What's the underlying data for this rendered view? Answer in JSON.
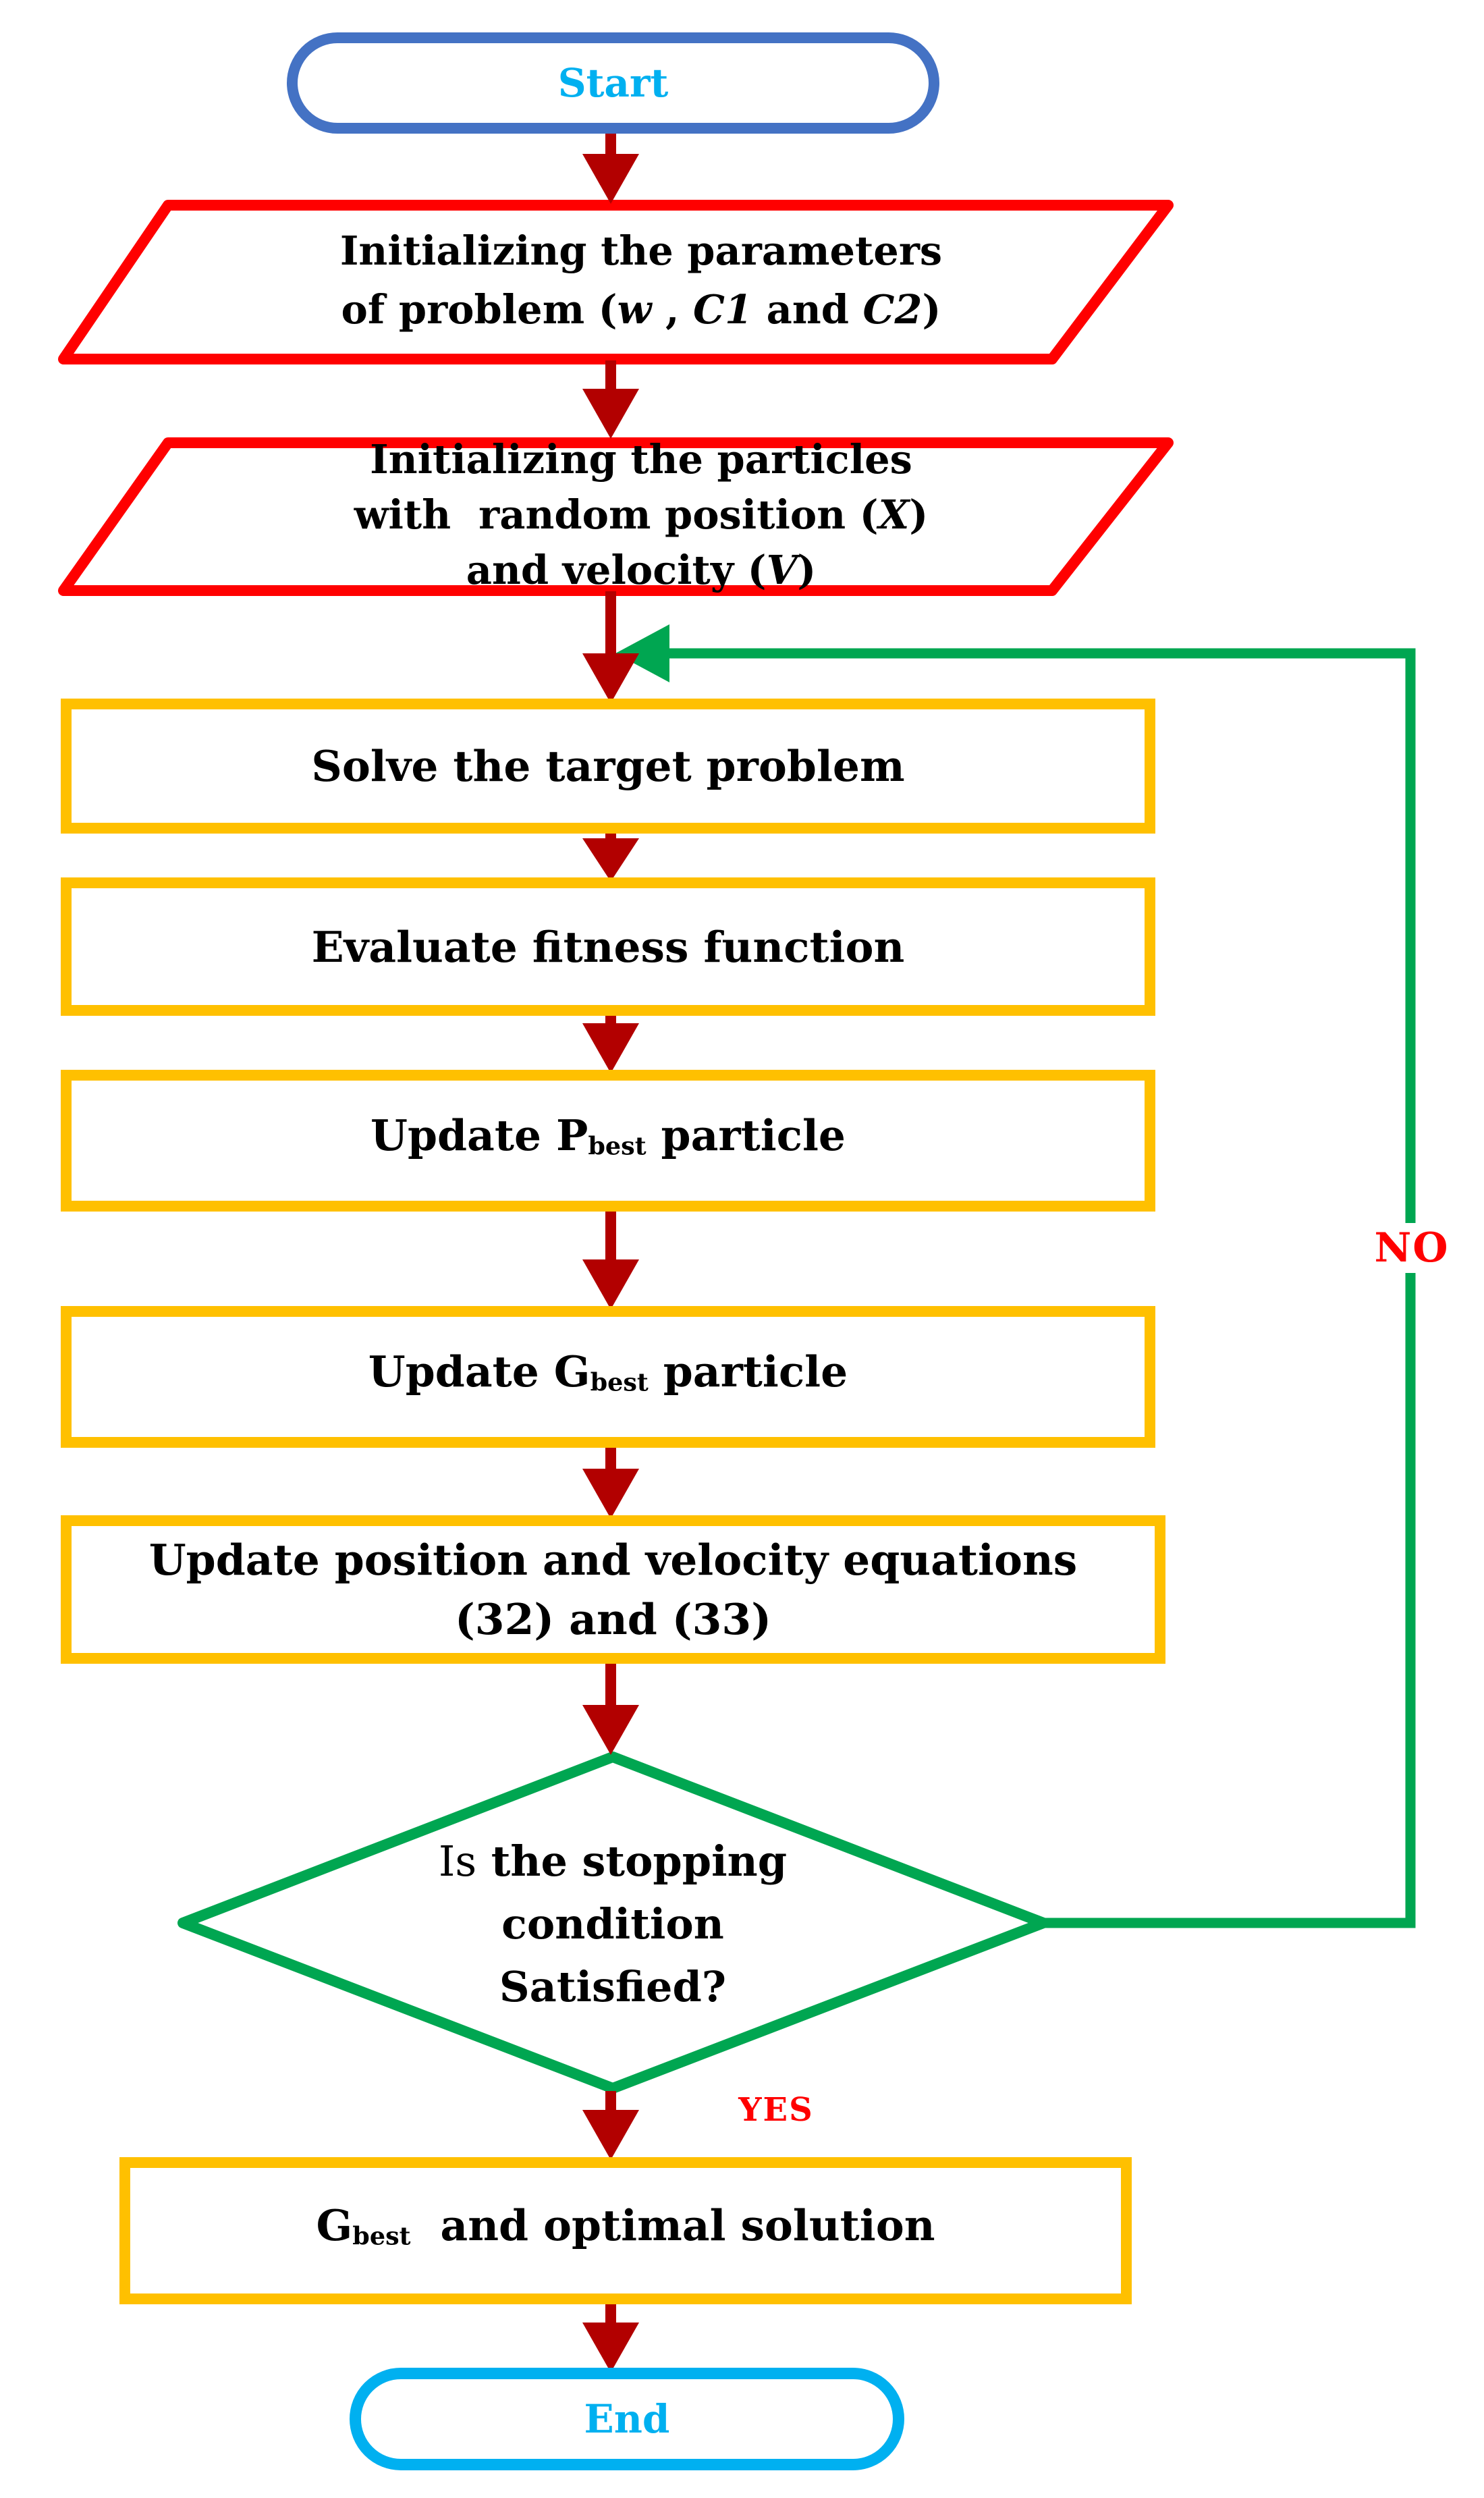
{
  "colors": {
    "start_border": "#4472C4",
    "start_text": "#00B0F0",
    "end_border": "#00B0F0",
    "end_text": "#00B0F0",
    "parallelogram_border": "#FF0000",
    "process_border": "#FFC000",
    "decision_border": "#00A651",
    "loop_line": "#00A651",
    "flow_arrow": "#B20000",
    "edge_label_text": "#FF0000",
    "body_text": "#000000"
  },
  "nodes": {
    "start": {
      "label": "Start"
    },
    "init_parameters": {
      "line1": "Initializing the parameters",
      "line2": [
        {
          "t": "of problem ("
        },
        {
          "t": "w",
          "italic": true
        },
        {
          "t": " , "
        },
        {
          "t": "C1",
          "italic": true
        },
        {
          "t": " and "
        },
        {
          "t": "C2",
          "italic": true
        },
        {
          "t": ")"
        }
      ]
    },
    "init_particles": {
      "line1": "Initializing the particles",
      "line2": [
        {
          "t": "with  random position ("
        },
        {
          "t": "X",
          "italic": true
        },
        {
          "t": ")"
        }
      ],
      "line3": [
        {
          "t": "and velocity ("
        },
        {
          "t": "V",
          "italic": true
        },
        {
          "t": ")"
        }
      ]
    },
    "solve_problem": {
      "label": "Solve the target problem"
    },
    "evaluate_fitness": {
      "label": "Evaluate fitness function"
    },
    "update_pbest": {
      "pre": "Update P",
      "sub": "best",
      "post": " particle"
    },
    "update_gbest": {
      "pre": "Update G",
      "sub": "best",
      "post": " particle"
    },
    "update_equations": {
      "line1": "Update position and velocity equations",
      "line2": "(32) and (33)"
    },
    "stopping_condition": {
      "line1_light": "Is",
      "line1_rest": " the stopping",
      "line2": "condition",
      "line3": "Satisfied?"
    },
    "gbest_solution": {
      "pre": "G",
      "sub": "best",
      "post": "  and optimal solution"
    },
    "end": {
      "label": "End"
    }
  },
  "edge_labels": {
    "yes": "YES",
    "no": "NO"
  }
}
